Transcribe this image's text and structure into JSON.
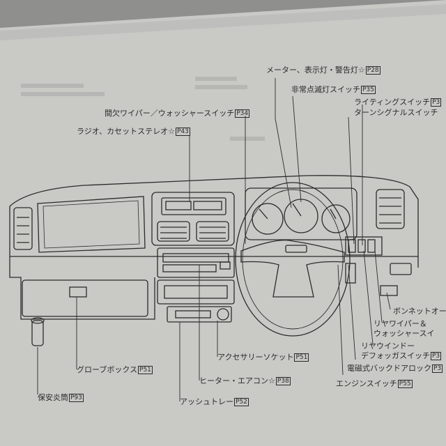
{
  "labels": [
    {
      "id": "meter",
      "text": "メーター、表示灯・警告灯☆",
      "ref": "P28"
    },
    {
      "id": "hazard",
      "text": "非常点滅灯スイッチ",
      "ref": "P35"
    },
    {
      "id": "wiper",
      "text": "間欠ワイパー／ウォッシャースイッチ",
      "ref": "P34"
    },
    {
      "id": "lighting",
      "text": "ライティングスイッチ",
      "ref": "P3"
    },
    {
      "id": "turn",
      "text": "ターンシグナルスイッチ",
      "ref": ""
    },
    {
      "id": "radio",
      "text": "ラジオ、カセットステレオ☆",
      "ref": "P43"
    },
    {
      "id": "bonnet",
      "text": "ボンネットオープ",
      "ref": ""
    },
    {
      "id": "rear-wiper1",
      "text": "リヤワイパー＆",
      "ref": ""
    },
    {
      "id": "rear-wiper2",
      "text": "ウォッシャースイ",
      "ref": ""
    },
    {
      "id": "rear-defog1",
      "text": "リヤウインドー",
      "ref": ""
    },
    {
      "id": "rear-defog2",
      "text": "デフォッガスイッチ",
      "ref": "P3"
    },
    {
      "id": "backdoor",
      "text": "電磁式バックドアロック",
      "ref": "P3"
    },
    {
      "id": "engine",
      "text": "エンジンスイッチ",
      "ref": "P55"
    },
    {
      "id": "glovebox",
      "text": "グローブボックス",
      "ref": "P51"
    },
    {
      "id": "accessory",
      "text": "アクセサリーソケット",
      "ref": "P51"
    },
    {
      "id": "heater",
      "text": "ヒーター・エアコン☆",
      "ref": "P38"
    },
    {
      "id": "ashtray",
      "text": "アッシュトレー",
      "ref": "P52"
    },
    {
      "id": "flare",
      "text": "保安炎筒",
      "ref": "P93"
    }
  ]
}
